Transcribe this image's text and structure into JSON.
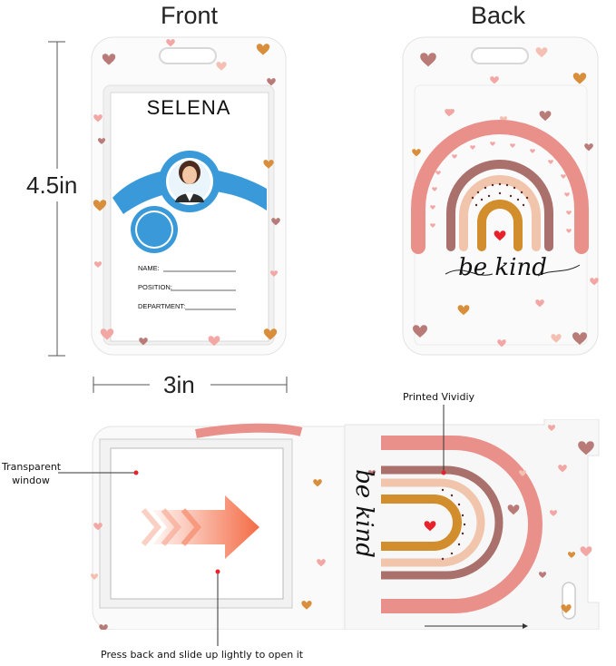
{
  "headings": {
    "front": "Front",
    "back": "Back"
  },
  "dimensions": {
    "height": "4.5in",
    "width": "3in"
  },
  "front_card": {
    "name": "SELENA",
    "field_name": "NAME:",
    "field_position": "POSITION:",
    "field_department": "DEPARTMENT:"
  },
  "back_card": {
    "slogan": "be kind"
  },
  "callouts": {
    "printed": "Printed Vividiy",
    "window_line1": "Transparent",
    "window_line2": "window",
    "instruction": "Press back and slide up lightly to open it"
  },
  "colors": {
    "heart_pink": "#f2a7a5",
    "heart_mauve": "#b87b78",
    "heart_orange": "#d88e3a",
    "avatar_blue": "#3a9ad9",
    "rainbow_outer": "#e9908a",
    "rainbow_mauve": "#a9706c",
    "rainbow_peach": "#f1c4ac",
    "rainbow_gold": "#d28d2c",
    "arrow_orange": "#f46b45"
  }
}
